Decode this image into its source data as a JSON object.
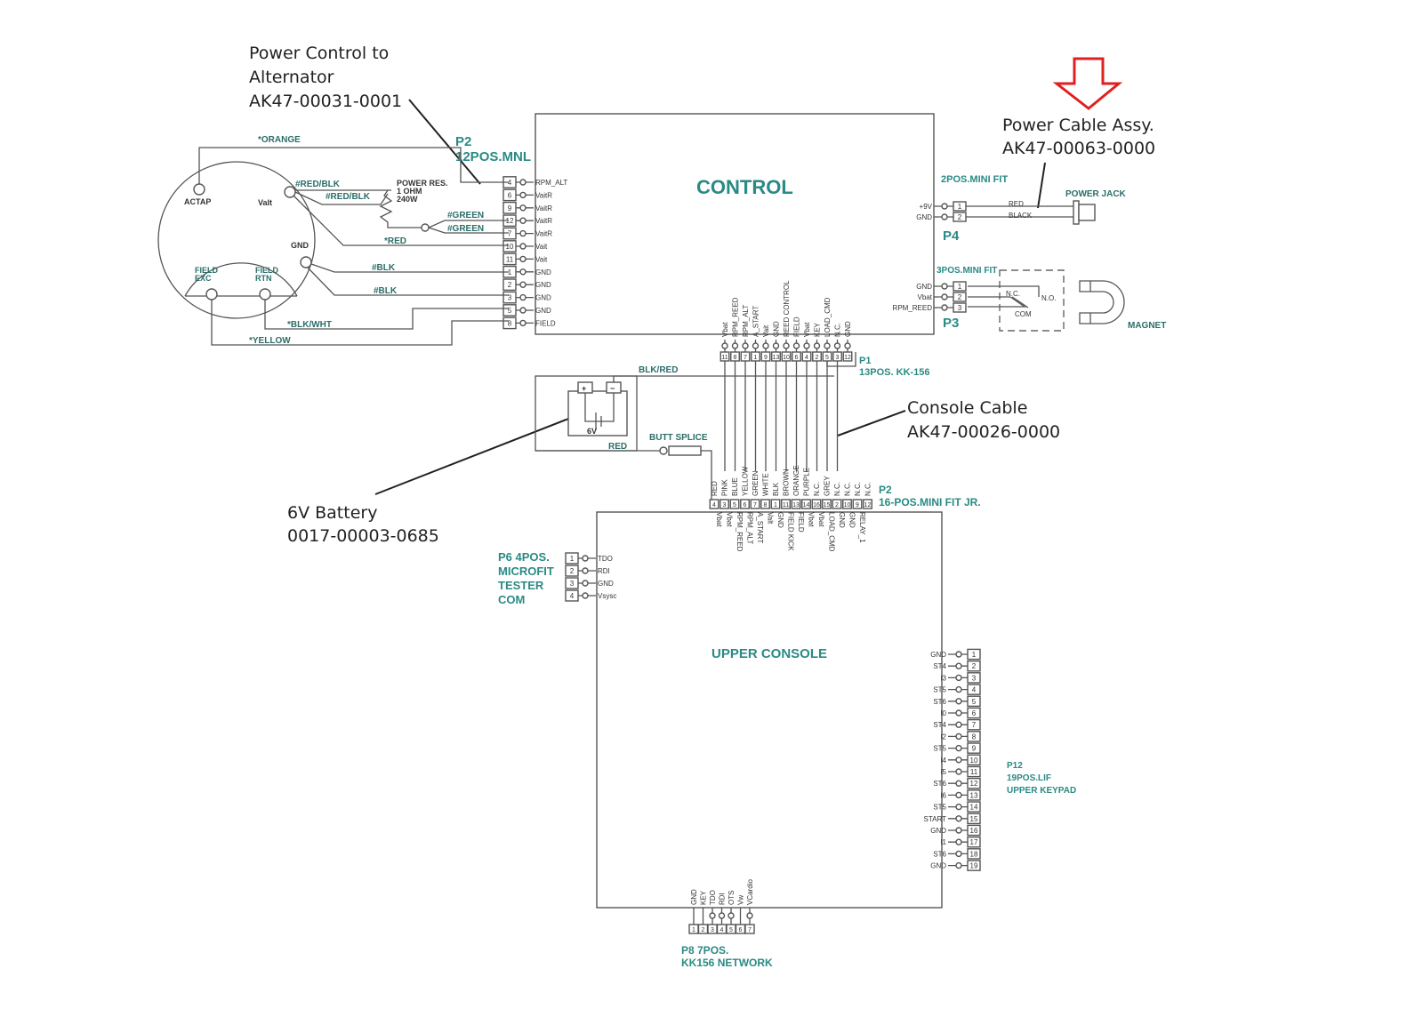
{
  "callouts": {
    "alternator_cable": [
      "Power Control to",
      "Alternator",
      "AK47-00031-0001"
    ],
    "power_cable": [
      "Power Cable Assy.",
      "AK47-00063-0000"
    ],
    "console_cable": [
      "Console Cable",
      "AK47-00026-0000"
    ],
    "battery": [
      "6V Battery",
      "0017-00003-0685"
    ]
  },
  "highlight": {
    "arrow_color": "#e02020",
    "target": "power_cable"
  },
  "colors": {
    "teal": "#2a8a84",
    "line": "#555555",
    "text": "#222222"
  },
  "control": {
    "title": "CONTROL",
    "p2": {
      "name": "P2",
      "desc": "12POS.MNL",
      "pins": [
        {
          "num": "4",
          "signal": "RPM_ALT"
        },
        {
          "num": "6",
          "signal": "VaitR"
        },
        {
          "num": "9",
          "signal": "VaitR"
        },
        {
          "num": "12",
          "signal": "VaitR"
        },
        {
          "num": "7",
          "signal": "VaitR"
        },
        {
          "num": "10",
          "signal": "Vait"
        },
        {
          "num": "11",
          "signal": "Vait"
        },
        {
          "num": "1",
          "signal": "GND"
        },
        {
          "num": "2",
          "signal": "GND"
        },
        {
          "num": "3",
          "signal": "GND"
        },
        {
          "num": "5",
          "signal": "GND"
        },
        {
          "num": "8",
          "signal": "FIELD"
        }
      ]
    },
    "p4": {
      "name": "P4",
      "desc": "2POS.MINI FIT",
      "pins": [
        {
          "num": "1",
          "signal": "+9V"
        },
        {
          "num": "2",
          "signal": "GND"
        }
      ]
    },
    "p3": {
      "name": "P3",
      "desc": "3POS.MINI FIT",
      "pins": [
        {
          "num": "1",
          "signal": "GND"
        },
        {
          "num": "2",
          "signal": "Vbat"
        },
        {
          "num": "3",
          "signal": "RPM_REED"
        }
      ]
    },
    "p1": {
      "name": "P1",
      "desc": "13POS. KK-156",
      "pins": [
        {
          "num": "11",
          "signal": "Vbat"
        },
        {
          "num": "8",
          "signal": "RPM_REED"
        },
        {
          "num": "7",
          "signal": "RPM_ALT"
        },
        {
          "num": "1",
          "signal": "A_START"
        },
        {
          "num": "9",
          "signal": "Vait"
        },
        {
          "num": "13",
          "signal": "GND"
        },
        {
          "num": "10",
          "signal": "REED CONTROL"
        },
        {
          "num": "6",
          "signal": "FIELD"
        },
        {
          "num": "4",
          "signal": "Vbat"
        },
        {
          "num": "2",
          "signal": "KEY"
        },
        {
          "num": "5",
          "signal": "LOAD_CMD"
        },
        {
          "num": "3",
          "signal": "N.C."
        },
        {
          "num": "12",
          "signal": "GND"
        }
      ]
    }
  },
  "alternator": {
    "terminals": [
      "ACTAP",
      "Valt",
      "GND",
      "FIELD EXC",
      "FIELD RTN"
    ],
    "resistor": [
      "POWER RES.",
      "1 OHM",
      "240W"
    ],
    "wires": [
      "*ORANGE",
      "#RED/BLK",
      "#RED/BLK",
      "#GREEN",
      "#GREEN",
      "*RED",
      "#BLK",
      "#BLK",
      "*BLK/WHT",
      "*YELLOW"
    ]
  },
  "power_jack": {
    "label": "POWER JACK",
    "wires": [
      "RED",
      "BLACK"
    ]
  },
  "reed_switch": {
    "contacts": [
      "N.C.",
      "N.O.",
      "COM"
    ],
    "magnet_label": "MAGNET"
  },
  "battery_circuit": {
    "plus": "+",
    "minus": "−",
    "cell_label": "6V",
    "wires": [
      "BLK/RED",
      "RED"
    ],
    "splice_label": "BUTT SPLICE"
  },
  "upper_console": {
    "title": "UPPER CONSOLE",
    "p2": {
      "name": "P2",
      "desc": "16-POS.MINI FIT JR.",
      "pins": [
        {
          "num": "4",
          "wire": "RED",
          "signal": "Vbat"
        },
        {
          "num": "3",
          "wire": "PINK",
          "signal": "Vbat"
        },
        {
          "num": "5",
          "wire": "BLUE",
          "signal": "RPM_REED"
        },
        {
          "num": "6",
          "wire": "YELLOW",
          "signal": "RPM_ALT"
        },
        {
          "num": "7",
          "wire": "GREEN",
          "signal": "A_START"
        },
        {
          "num": "8",
          "wire": "WHITE",
          "signal": "Valt"
        },
        {
          "num": "1",
          "wire": "BLK",
          "signal": "GND"
        },
        {
          "num": "11",
          "wire": "BROWN",
          "signal": "FIELD KICK"
        },
        {
          "num": "13",
          "wire": "ORANGE",
          "signal": "FIELD"
        },
        {
          "num": "14",
          "wire": "PURPLE",
          "signal": "Vbat"
        },
        {
          "num": "16",
          "wire": "N.C.",
          "signal": "Vbat"
        },
        {
          "num": "15",
          "wire": "GREY",
          "signal": "LOAD_CMD"
        },
        {
          "num": "2",
          "wire": "N.C.",
          "signal": "GND"
        },
        {
          "num": "10",
          "wire": "N.C.",
          "signal": "GND"
        },
        {
          "num": "9",
          "wire": "N.C.",
          "signal": "RELAY_1"
        },
        {
          "num": "12",
          "wire": "N.C.",
          "signal": ""
        }
      ]
    },
    "p6": {
      "lines": [
        "P6 4POS.",
        "MICROFIT",
        "TESTER",
        "COM"
      ],
      "pins": [
        {
          "num": "1",
          "signal": "TDO"
        },
        {
          "num": "2",
          "signal": "RDI"
        },
        {
          "num": "3",
          "signal": "GND"
        },
        {
          "num": "4",
          "signal": "Vsysc"
        }
      ]
    },
    "p12": {
      "lines": [
        "P12",
        "19POS.LIF",
        "UPPER KEYPAD"
      ],
      "pins": [
        {
          "num": "1",
          "signal": "GND"
        },
        {
          "num": "2",
          "signal": "ST4"
        },
        {
          "num": "3",
          "signal": "I3"
        },
        {
          "num": "4",
          "signal": "ST5"
        },
        {
          "num": "5",
          "signal": "ST6"
        },
        {
          "num": "6",
          "signal": "I0"
        },
        {
          "num": "7",
          "signal": "ST4"
        },
        {
          "num": "8",
          "signal": "I2"
        },
        {
          "num": "9",
          "signal": "ST5"
        },
        {
          "num": "10",
          "signal": "I4"
        },
        {
          "num": "11",
          "signal": "I5"
        },
        {
          "num": "12",
          "signal": "ST6"
        },
        {
          "num": "13",
          "signal": "I6"
        },
        {
          "num": "14",
          "signal": "ST5"
        },
        {
          "num": "15",
          "signal": "START"
        },
        {
          "num": "16",
          "signal": "GND"
        },
        {
          "num": "17",
          "signal": "I1"
        },
        {
          "num": "18",
          "signal": "ST6"
        },
        {
          "num": "19",
          "signal": "GND"
        }
      ]
    },
    "p8": {
      "lines": [
        "P8 7POS.",
        "KK156  NETWORK"
      ],
      "pins": [
        {
          "num": "1",
          "signal": "GND"
        },
        {
          "num": "2",
          "signal": "KEY"
        },
        {
          "num": "3",
          "signal": "TDO"
        },
        {
          "num": "4",
          "signal": "RDI"
        },
        {
          "num": "5",
          "signal": "OTS"
        },
        {
          "num": "6",
          "signal": "Vw"
        },
        {
          "num": "7",
          "signal": "VCardio"
        }
      ]
    }
  }
}
